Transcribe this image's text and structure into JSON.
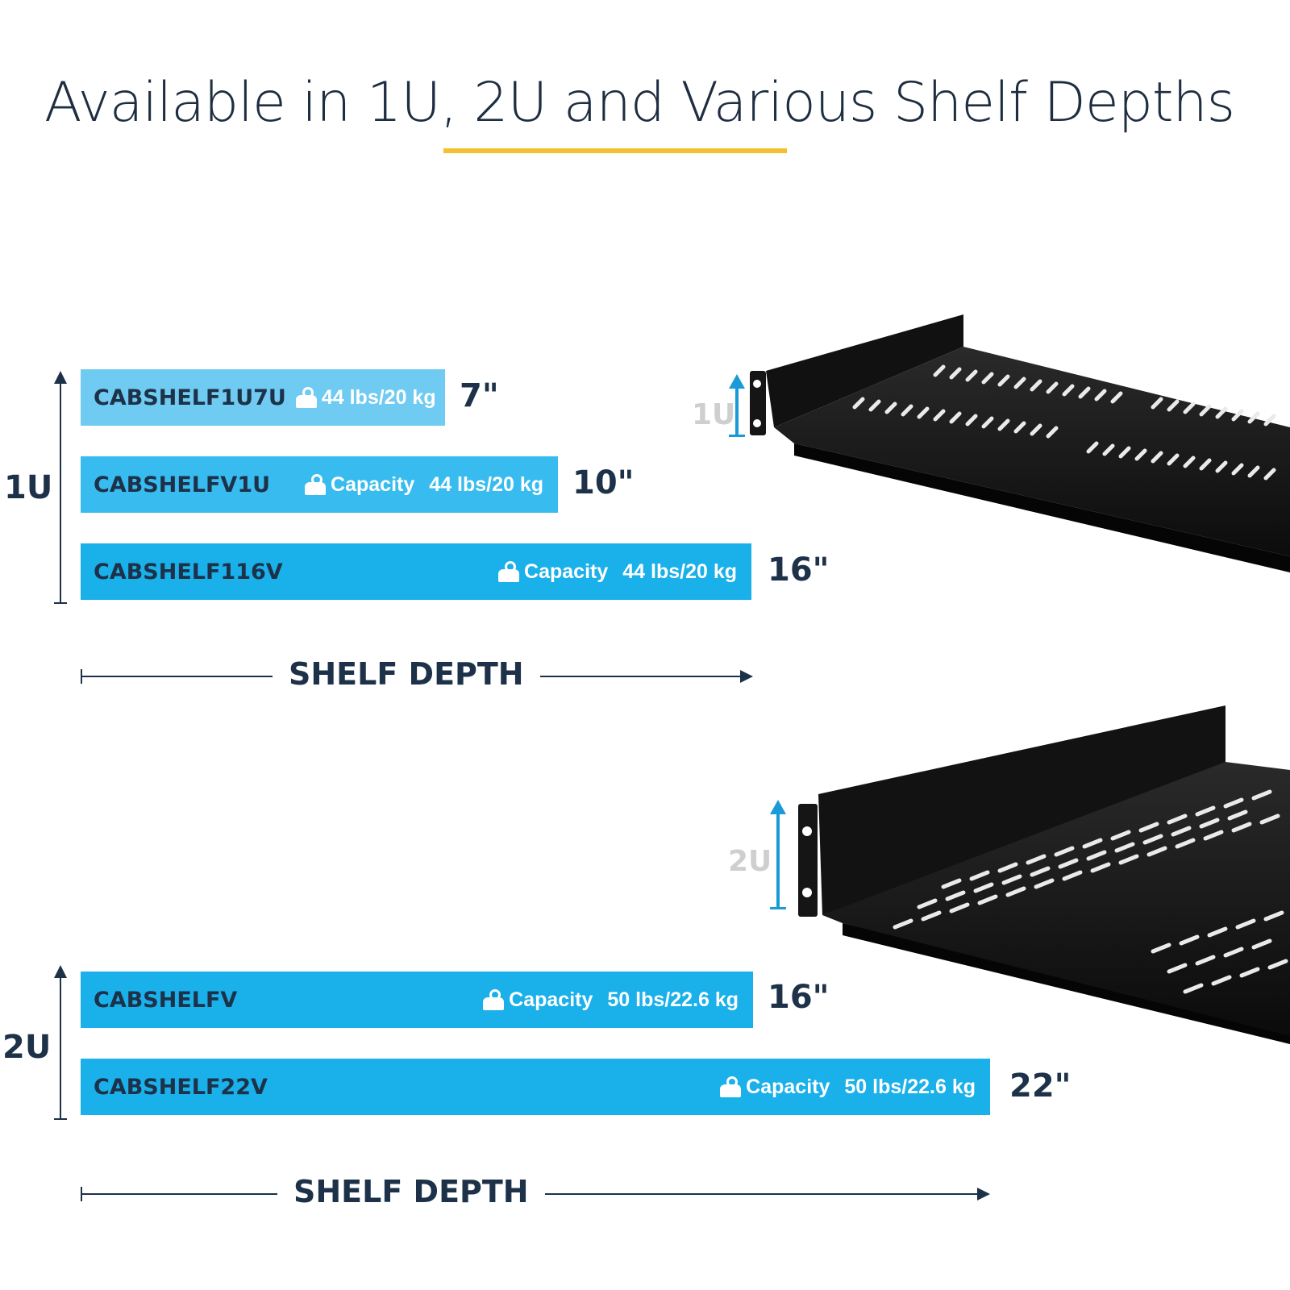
{
  "title": "Available in 1U, 2U and Various Shelf Depths",
  "colors": {
    "accent_underline": "#f2c12e",
    "bar_light": "#6fcbf1",
    "bar_mid": "#38bcef",
    "bar_main": "#1ab0ea",
    "text_dark": "#1d3149",
    "arrow_blue": "#1a9bd7"
  },
  "group_1u": {
    "label": "1U",
    "axis_label": "SHELF DEPTH",
    "image_label": "1U",
    "bars": [
      {
        "code": "CABSHELF1U7U",
        "capacity_label": "",
        "capacity": "44 lbs/20 kg",
        "depth": "7\""
      },
      {
        "code": "CABSHELFV1U",
        "capacity_label": "Capacity",
        "capacity": "44 lbs/20 kg",
        "depth": "10\""
      },
      {
        "code": "CABSHELF116V",
        "capacity_label": "Capacity",
        "capacity": "44 lbs/20 kg",
        "depth": "16\""
      }
    ]
  },
  "group_2u": {
    "label": "2U",
    "axis_label": "SHELF DEPTH",
    "image_label": "2U",
    "bars": [
      {
        "code": "CABSHELFV",
        "capacity_label": "Capacity",
        "capacity": "50 lbs/22.6 kg",
        "depth": "16\""
      },
      {
        "code": "CABSHELF22V",
        "capacity_label": "Capacity",
        "capacity": "50 lbs/22.6 kg",
        "depth": "22\""
      }
    ]
  },
  "icons": {
    "weight": "weight-icon",
    "shelf_1u": "shelf-1u-image",
    "shelf_2u": "shelf-2u-image"
  }
}
